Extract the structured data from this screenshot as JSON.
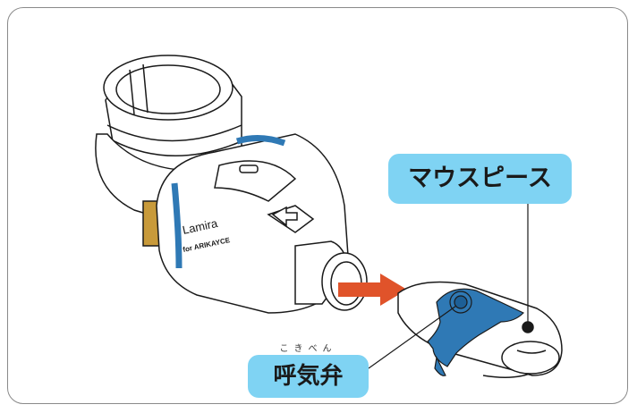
{
  "device": {
    "brand": "Lamira",
    "sub_brand": "for ARIKAYCE"
  },
  "labels": {
    "mouthpiece": "マウスピース",
    "valve": "呼気弁",
    "valve_reading": "こきべん"
  },
  "colors": {
    "callout_bg": "#7fd3f3",
    "arrow": "#e0532a",
    "valve_blue": "#2f79b5",
    "outline": "#1a1a1a",
    "frame": "#8a8a8a"
  }
}
